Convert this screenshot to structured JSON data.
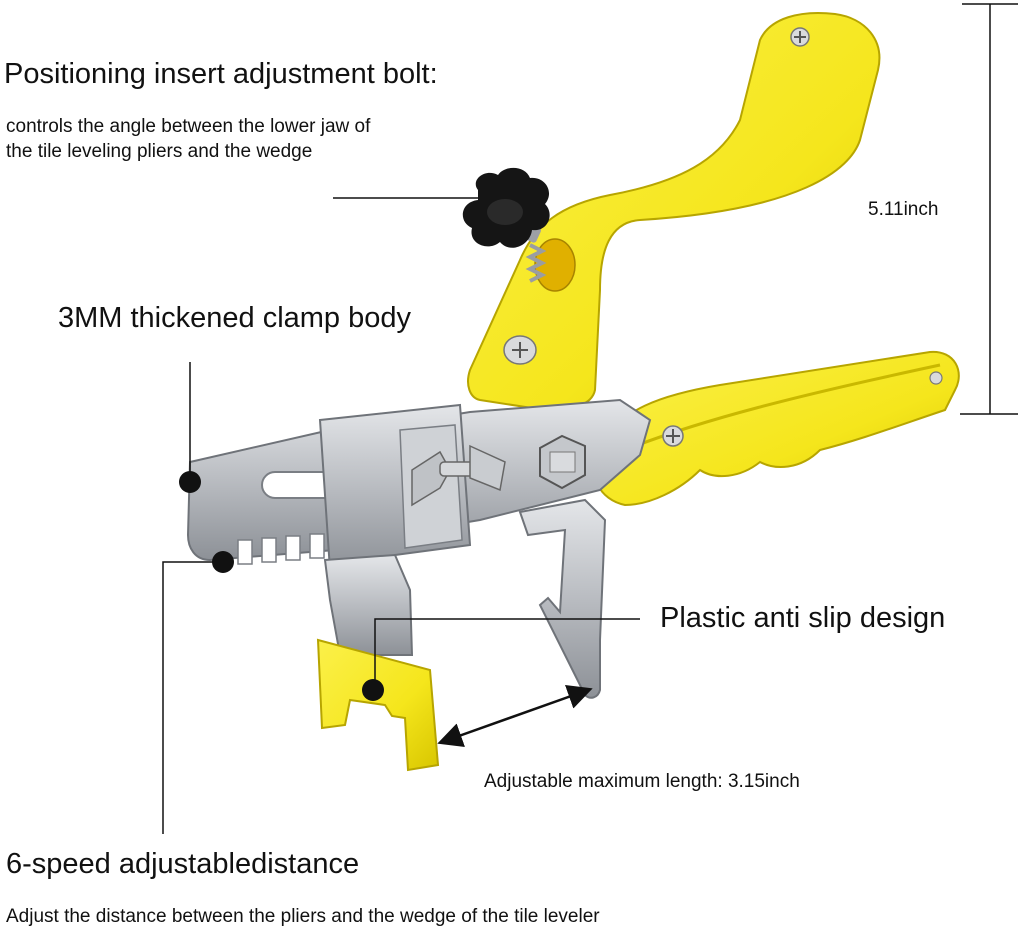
{
  "labels": {
    "bolt_title": "Positioning insert adjustment bolt:",
    "bolt_desc_line1": "controls the angle between the lower jaw of",
    "bolt_desc_line2": "the tile leveling pliers and the wedge",
    "height_dim": "5.11inch",
    "clamp_body": "3MM thickened clamp body",
    "anti_slip": "Plastic anti slip design",
    "max_length": "Adjustable maximum length: 3.15inch",
    "speed_title": "6-speed adjustabledistance",
    "speed_desc": "Adjust the distance between the pliers and the wedge of the tile leveler"
  },
  "colors": {
    "handle_yellow": "#f5e61c",
    "handle_shadow": "#c9b800",
    "metal": "#b9bcc1",
    "metal_dark": "#8d9197",
    "knob": "#151515",
    "callout_line": "#111111"
  }
}
